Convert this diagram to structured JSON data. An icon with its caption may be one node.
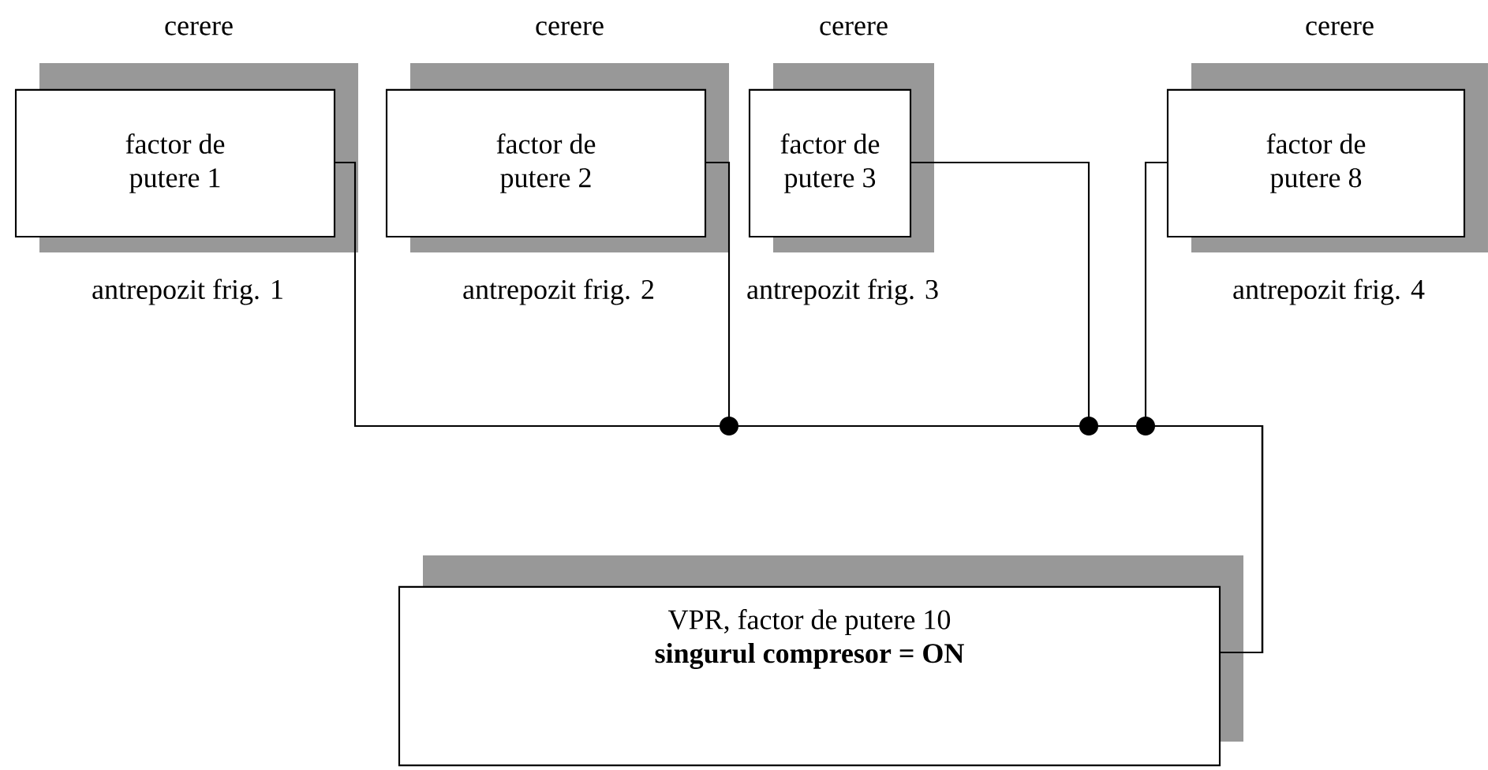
{
  "diagram": {
    "nodes": [
      {
        "text": [
          "cerere",
          "factor de putere 1"
        ],
        "beside": [
          "antrepozit frig. 1"
        ]
      },
      {
        "text": [
          "cerere",
          "factor de putere 2"
        ],
        "beside": [
          "antrepozit frig. 2"
        ]
      },
      {
        "text": [
          "cerere",
          "factor de putere 3"
        ],
        "beside": [
          "antrepozit frig. 3"
        ]
      },
      {
        "text": [
          "cerere",
          "factor de putere 8"
        ],
        "beside": [
          "antrepozit frig. 4"
        ]
      },
      {
        "text": [
          "VPR, factor de putere 10",
          "singurul compresor = ON"
        ]
      }
    ],
    "edges": [
      {
        "from": 0,
        "to": 4,
        "arrow": "none"
      },
      {
        "from": 1,
        "to": 4,
        "arrow": "none"
      },
      {
        "from": 2,
        "to": 4,
        "arrow": "none"
      },
      {
        "from": 3,
        "to": 4,
        "arrow": "none"
      }
    ]
  }
}
